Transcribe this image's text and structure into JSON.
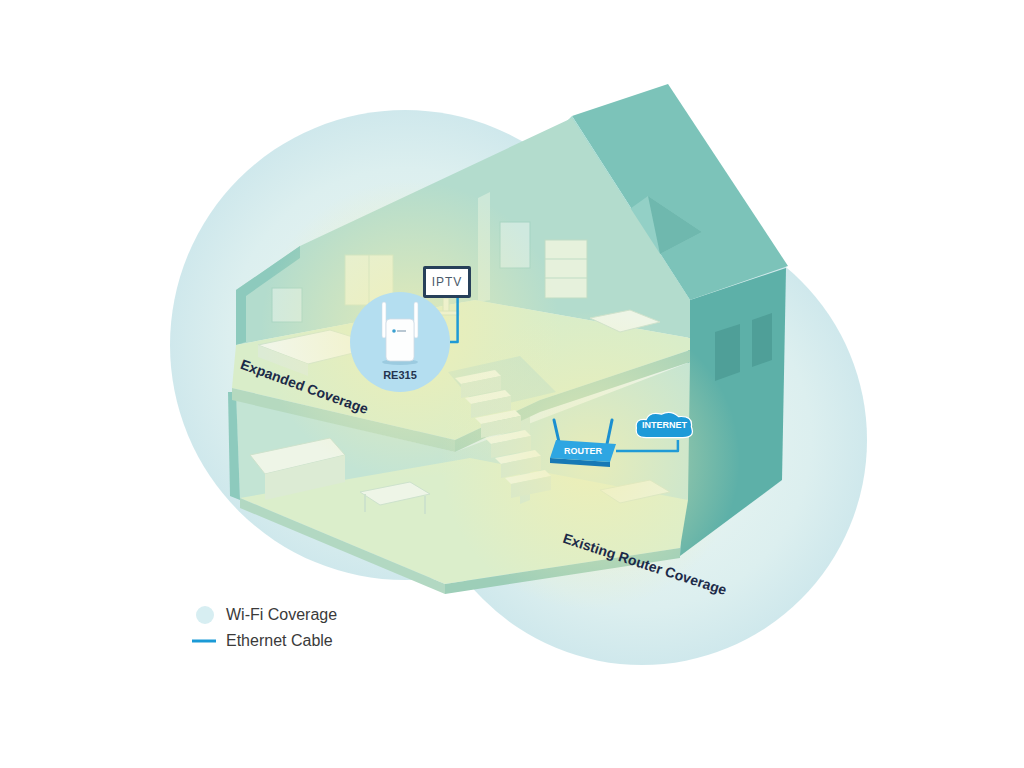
{
  "diagram": {
    "nodes": [
      {
        "text": [
          "IPTV"
        ]
      },
      {
        "text": [
          "RE315"
        ]
      },
      {
        "text": [
          "INTERNET"
        ]
      },
      {
        "text": [
          "ROUTER"
        ]
      }
    ],
    "edges": [
      {
        "from": 1,
        "to": 0,
        "arrow": "none"
      },
      {
        "from": 3,
        "to": 2,
        "arrow": "none"
      }
    ],
    "labels": [
      "Expanded Coverage",
      "Existing Router Coverage"
    ],
    "legend": [
      {
        "text": "Wi-Fi Coverage",
        "color": "#d7eef2"
      },
      {
        "text": "Ethernet Cable"
      }
    ]
  }
}
